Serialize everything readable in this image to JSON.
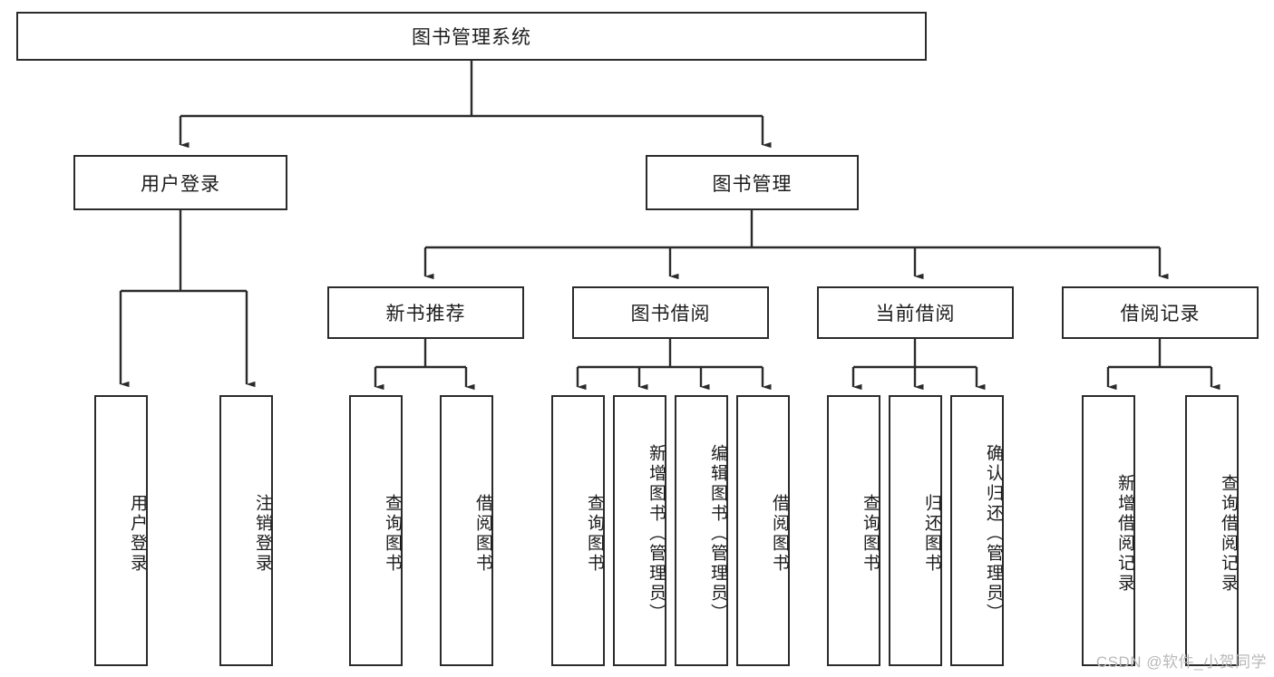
{
  "diagram": {
    "title": "图书管理系统",
    "type": "hierarchy-tree",
    "watermark": "CSDN @软件_小贺同学",
    "colors": {
      "box_border": "#2b2b2b",
      "box_fill": "#ffffff",
      "connector": "#2b2b2b",
      "text": "#1c1c1c",
      "watermark": "#b9b9b9"
    }
  },
  "root": {
    "label": "图书管理系统"
  },
  "level1": [
    {
      "label": "用户登录"
    },
    {
      "label": "图书管理"
    }
  ],
  "level2": [
    {
      "label": "新书推荐"
    },
    {
      "label": "图书借阅"
    },
    {
      "label": "当前借阅"
    },
    {
      "label": "借阅记录"
    }
  ],
  "leaves": {
    "user_login": [
      {
        "label": "用户登录"
      },
      {
        "label": "注销登录"
      }
    ],
    "new_book_recommend": [
      {
        "label": "查询图书"
      },
      {
        "label": "借阅图书"
      }
    ],
    "book_borrow": [
      {
        "label": "查询图书"
      },
      {
        "label": "新增图书（管理员）"
      },
      {
        "label": "编辑图书（管理员）"
      },
      {
        "label": "借阅图书"
      }
    ],
    "current_borrow": [
      {
        "label": "查询图书"
      },
      {
        "label": "归还图书"
      },
      {
        "label": "确认归还（管理员）"
      }
    ],
    "borrow_record": [
      {
        "label": "新增借阅记录"
      },
      {
        "label": "查询借阅记录"
      }
    ]
  }
}
